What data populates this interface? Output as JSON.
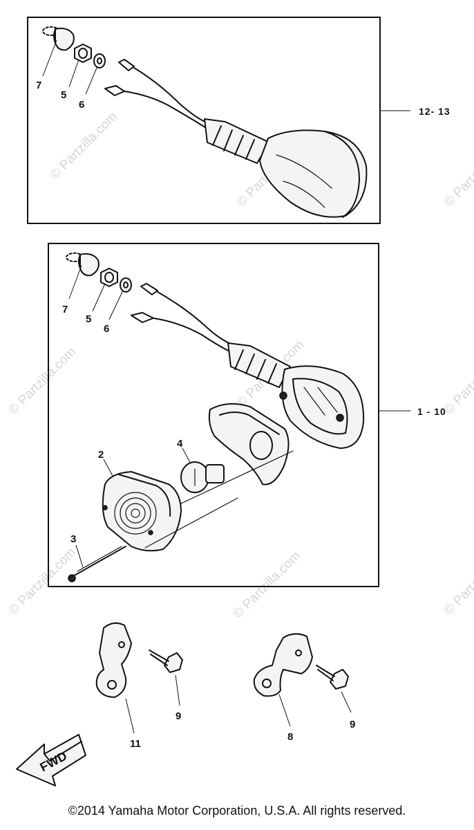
{
  "diagram": {
    "watermark": "© Partzilla.com",
    "assemblies": [
      {
        "ref": "12- 13"
      },
      {
        "ref": "1 - 10"
      }
    ],
    "callouts": {
      "top_7": "7",
      "top_5": "5",
      "top_6": "6",
      "mid_7": "7",
      "mid_5": "5",
      "mid_6": "6",
      "mid_2": "2",
      "mid_4": "4",
      "mid_3": "3",
      "br_left_9": "9",
      "br_left_11": "11",
      "br_right_8": "8",
      "br_right_9": "9"
    },
    "fwd_label": "FWD"
  },
  "copyright": "©2014  Yamaha Motor Corporation, U.S.A. All rights reserved."
}
